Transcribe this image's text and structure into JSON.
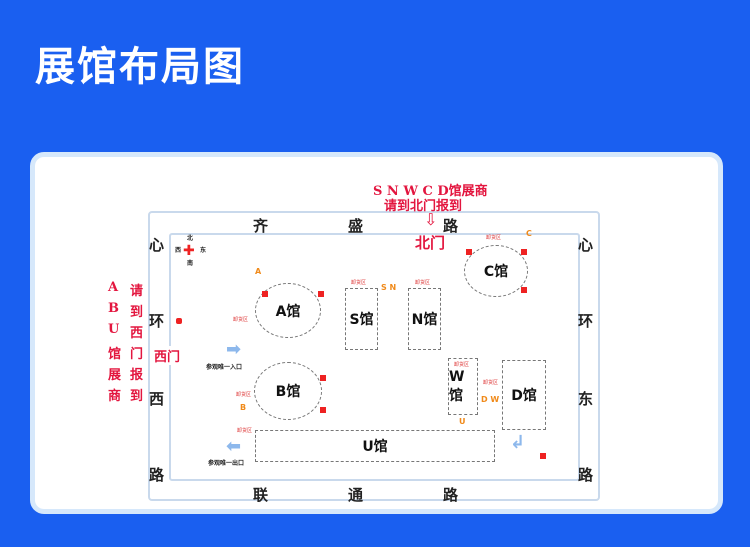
{
  "title": "展馆布局图",
  "roads": {
    "north": [
      "齐",
      "盛",
      "路"
    ],
    "south": [
      "联",
      "通",
      "路"
    ],
    "west": [
      "心",
      "环",
      "西",
      "路"
    ],
    "east": [
      "心",
      "环",
      "东",
      "路"
    ]
  },
  "notices": {
    "north_line1": "S N W C D馆展商",
    "north_line2": "请到北门报到",
    "north_gate": "北门",
    "west_text": [
      "A",
      "请",
      "B",
      "到",
      "U",
      "西",
      "馆",
      "门",
      "展",
      "报",
      "商",
      "到"
    ],
    "west_gate": "西门"
  },
  "halls": {
    "a": "A馆",
    "b": "B馆",
    "c": "C馆",
    "s": "S馆",
    "n": "N馆",
    "w": "W馆",
    "d": "D馆",
    "u": "U馆"
  },
  "labels": {
    "entrance": "参观唯一入口",
    "exit": "参观唯一出口",
    "unload": "卸货区",
    "zone_a": "A",
    "zone_b": "B",
    "zone_c": "C",
    "zone_sn": "S N",
    "zone_dw": "D W",
    "zone_u": "U",
    "compass_n": "北",
    "compass_s": "南",
    "compass_e": "东",
    "compass_w": "西"
  },
  "colors": {
    "background": "#1a5ff0",
    "accent_red": "#e3163f",
    "zone_orange": "#f08a1a"
  }
}
